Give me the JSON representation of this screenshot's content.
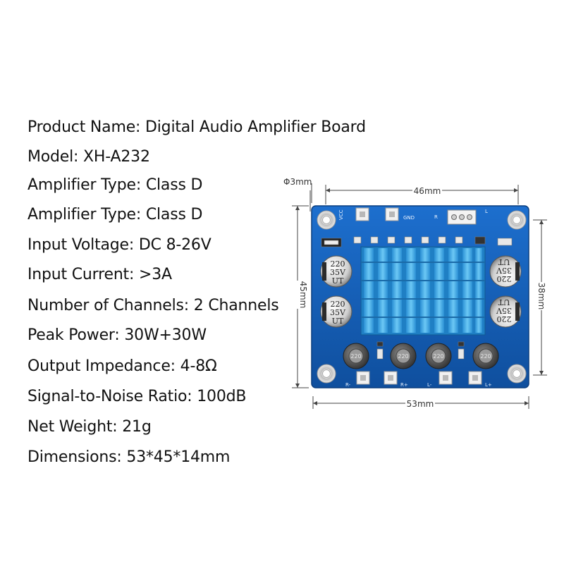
{
  "specs": [
    {
      "key": "product_name",
      "text": "Product Name: Digital Audio Amplifier Board"
    },
    {
      "key": "model",
      "text": "Model: XH-A232"
    },
    {
      "key": "amp_type_1",
      "text": "Amplifier Type: Class D"
    },
    {
      "key": "amp_type_2",
      "text": "Amplifier Type: Class D"
    },
    {
      "key": "input_voltage",
      "text": "Input Voltage: DC 8-26V"
    },
    {
      "key": "input_current",
      "text": "Input Current: >3A"
    },
    {
      "key": "channels",
      "text": "Number of Channels: 2 Channels"
    },
    {
      "key": "peak_power",
      "text": "Peak Power: 30W+30W"
    },
    {
      "key": "output_impedance",
      "text": "Output Impedance: 4-8Ω"
    },
    {
      "key": "snr",
      "text": "Signal-to-Noise Ratio: 100dB"
    },
    {
      "key": "net_weight",
      "text": "Net Weight: 21g"
    },
    {
      "key": "dimensions",
      "text": "Dimensions: 53*45*14mm"
    }
  ],
  "diagram": {
    "hole_diameter": "Φ3mm",
    "hole_spacing_width": "46mm",
    "board_width": "53mm",
    "board_height": "45mm",
    "hole_spacing_height": "38mm",
    "pcb_labels": {
      "vcc": "VCC",
      "gnd": "GND",
      "r": "R",
      "l": "L",
      "r_minus": "R-",
      "r_plus": "R+",
      "l_minus": "L-",
      "l_plus": "L+"
    },
    "capacitor_top": "220",
    "capacitor_mid": "35V",
    "capacitor_bottom": "UT",
    "inductor": "220",
    "colors": {
      "pcb": "#1560b8",
      "heatsink": "#35a8e6",
      "dimension_lines": "#444444"
    }
  }
}
